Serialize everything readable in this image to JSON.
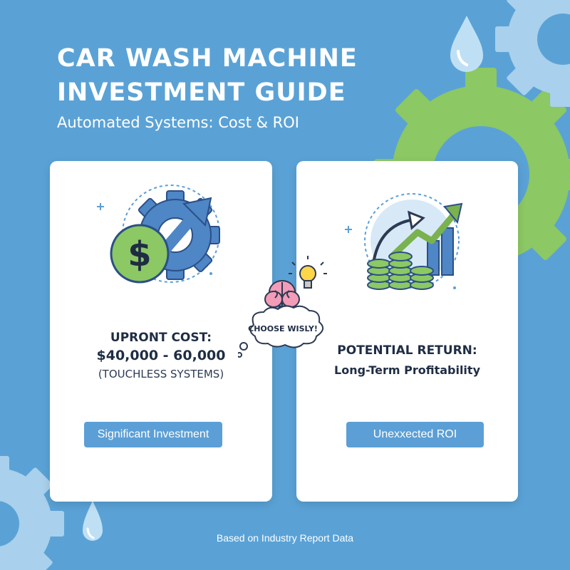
{
  "header": {
    "title_line1": "CAR WASH MACHINE",
    "title_line2": "INVESTMENT GUIDE",
    "subtitle": "Automated Systems: Cost & ROI"
  },
  "cost_card": {
    "heading": "UPRONT COST:",
    "amount": "$40,000 - 60,000",
    "note": "(TOUCHLESS SYSTEMS)",
    "button_label": "Significant Investment",
    "icon": "dollar-gear-arrow-icon"
  },
  "return_card": {
    "heading": "POTENTIAL RETURN:",
    "subheading": "Long-Term Profitability",
    "button_label": "Unexxected ROI",
    "icon": "coins-growth-chart-icon"
  },
  "thought_bubble": {
    "text": "CHOOSE WISLY!",
    "icons": [
      "brain-icon",
      "lightbulb-icon"
    ]
  },
  "footer": {
    "text": "Based on Industry Report Data"
  },
  "colors": {
    "background": "#5aa2d6",
    "accent_green": "#8cc863",
    "card": "#ffffff",
    "button": "#5b9fd6",
    "light_gear": "#a9d0ec",
    "text_dark": "#1f2d44"
  }
}
